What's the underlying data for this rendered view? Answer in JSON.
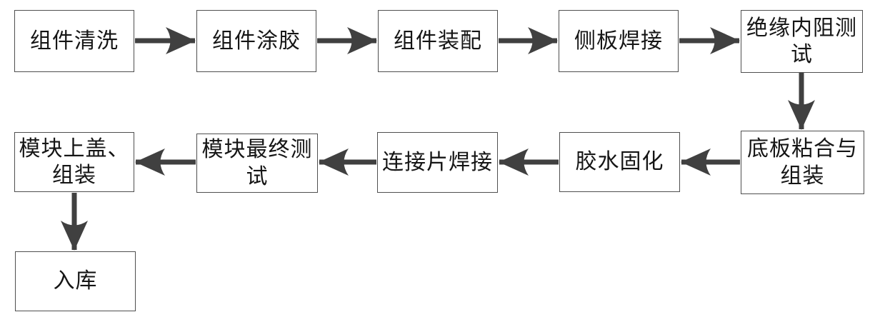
{
  "diagram": {
    "type": "flowchart",
    "colors": {
      "box_fill": "#ffffff",
      "box_border": "#4f4f4f",
      "arrow": "#404040",
      "text": "#151515",
      "background": "#ffffff"
    },
    "nodes": [
      {
        "id": "n1",
        "label": "组件清洗"
      },
      {
        "id": "n2",
        "label": "组件涂胶"
      },
      {
        "id": "n3",
        "label": "组件装配"
      },
      {
        "id": "n4",
        "label": "侧板焊接"
      },
      {
        "id": "n5",
        "label": "绝缘内阻测\n试"
      },
      {
        "id": "n6",
        "label": "底板粘合与\n组装"
      },
      {
        "id": "n7",
        "label": "胶水固化"
      },
      {
        "id": "n8",
        "label": "连接片焊接"
      },
      {
        "id": "n9",
        "label": "模块最终测\n试"
      },
      {
        "id": "n10",
        "label": "模块上盖、\n组装"
      },
      {
        "id": "n11",
        "label": "入库"
      }
    ],
    "edges": [
      {
        "from": "n1",
        "to": "n2"
      },
      {
        "from": "n2",
        "to": "n3"
      },
      {
        "from": "n3",
        "to": "n4"
      },
      {
        "from": "n4",
        "to": "n5"
      },
      {
        "from": "n5",
        "to": "n6"
      },
      {
        "from": "n6",
        "to": "n7"
      },
      {
        "from": "n7",
        "to": "n8"
      },
      {
        "from": "n8",
        "to": "n9"
      },
      {
        "from": "n9",
        "to": "n10"
      },
      {
        "from": "n10",
        "to": "n11"
      }
    ]
  }
}
